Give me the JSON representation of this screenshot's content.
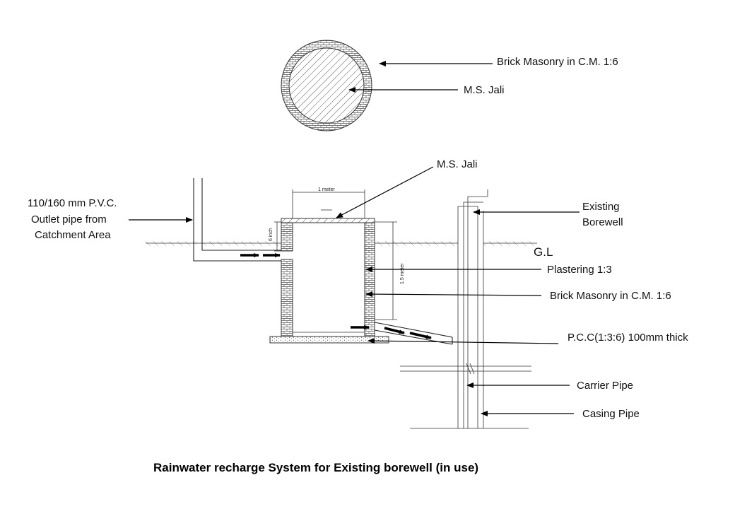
{
  "top_view": {
    "label_brick": "Brick Masonry in C.M. 1:6",
    "label_jali": "M.S. Jali"
  },
  "section": {
    "label_jali": "M.S. Jali",
    "label_pipe_line1": "110/160 mm P.V.C.",
    "label_pipe_line2": "Outlet pipe from",
    "label_pipe_line3": "Catchment Area",
    "label_borewell_line1": "Existing",
    "label_borewell_line2": "Borewell",
    "label_gl": "G.L",
    "label_plaster": "Plastering 1:3",
    "label_brick": "Brick Masonry in C.M. 1:6",
    "label_pcc": "P.C.C(1:3:6)  100mm thick",
    "label_carrier": "Carrier Pipe",
    "label_casing": "Casing Pipe",
    "dim_width": "1 meter",
    "dim_depth": "1.5 meter",
    "dim_inlet": "6 inch"
  },
  "title": "Rainwater recharge System for Existing borewell (in use)"
}
